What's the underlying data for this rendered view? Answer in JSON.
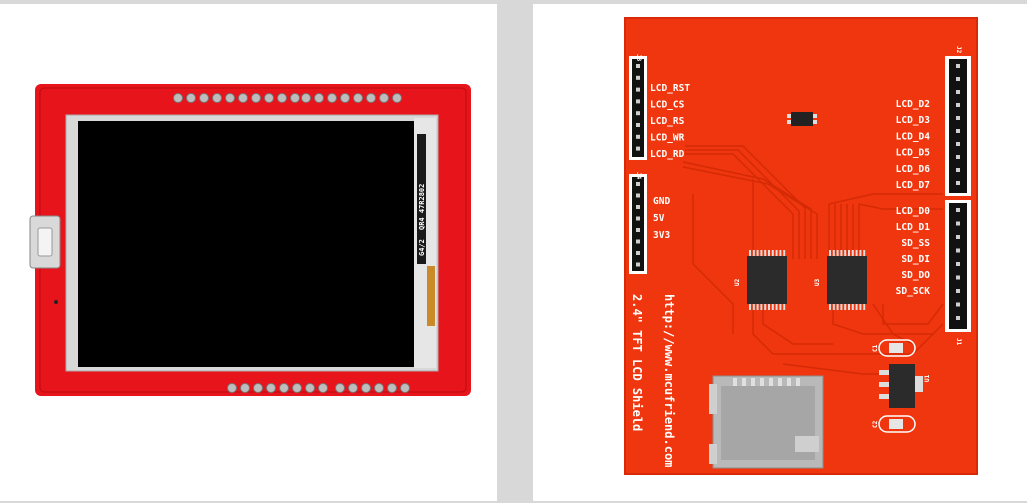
{
  "front": {
    "screen_markings": [
      "QR4 47R2802",
      "G4/2"
    ]
  },
  "back": {
    "connectors": {
      "j3": "J3",
      "j4": "J4",
      "j2": "J2",
      "j1": "J1"
    },
    "left_pins_top": [
      "LCD_RST",
      "LCD_CS",
      "LCD_RS",
      "LCD_WR",
      "LCD_RD"
    ],
    "left_pins_bottom": [
      "GND",
      "5V",
      "3V3"
    ],
    "right_pins_top": [
      "LCD_D2",
      "LCD_D3",
      "LCD_D4",
      "LCD_D5",
      "LCD_D6",
      "LCD_D7"
    ],
    "right_pins_bottom": [
      "LCD_D0",
      "LCD_D1",
      "SD_SS",
      "SD_DI",
      "SD_DO",
      "SD_SCK"
    ],
    "chips": {
      "u2": "U2",
      "u3": "U3",
      "u1": "U1",
      "c1": "C1",
      "c2": "C2"
    },
    "vertical_text": {
      "product": "2.4\" TFT LCD Shield",
      "url": "http://www.mcufriend.com"
    }
  },
  "colors": {
    "front_pcb": "#e8141c",
    "back_pcb": "#f0360e",
    "silkscreen": "#ffffff",
    "screen": "#000000"
  }
}
